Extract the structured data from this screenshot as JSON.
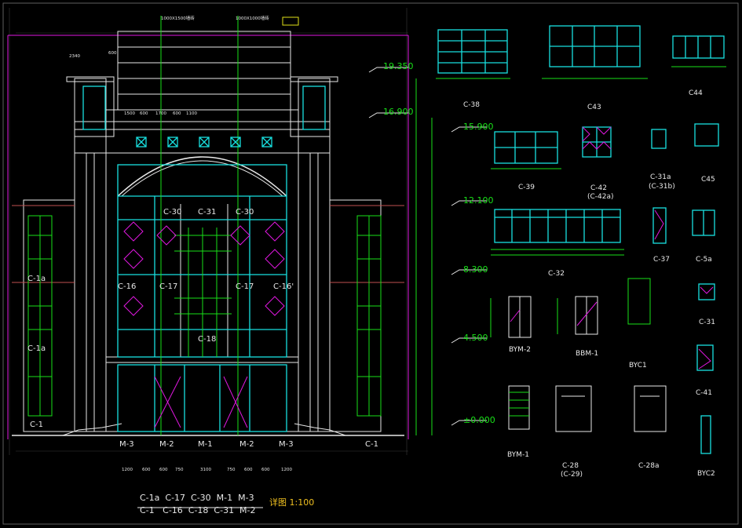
{
  "elevation_labels": [
    "19.350",
    "16.900",
    "15.900",
    "12.100",
    "8.300",
    "4.500",
    "±0.000"
  ],
  "window_tags_elevation": [
    "C-30",
    "C-31",
    "C-30",
    "C-16",
    "C-17",
    "C-17",
    "C-16'",
    "C-18",
    "C-1a",
    "C-1a",
    "C-1"
  ],
  "ground_tags": [
    "M-3",
    "M-2",
    "M-1",
    "M-2",
    "M-3",
    "C-1"
  ],
  "bottom_dims": [
    "1200",
    "600",
    "600",
    "750",
    "3100",
    "750",
    "600",
    "600",
    "1200"
  ],
  "top_dims": [
    "2340",
    "600",
    "1500",
    "600",
    "1700",
    "600",
    "1100"
  ],
  "detail_tags": [
    "C-38",
    "C43",
    "C44",
    "C-39",
    "C-42",
    "(C-42a)",
    "C-31a",
    "(C-31b)",
    "C45",
    "C-32",
    "C-37",
    "C-5a",
    "BYM-2",
    "BBM-1",
    "BYC1",
    "C-31",
    "C-41",
    "BYM-1",
    "C-28",
    "(C-29)",
    "C-28a",
    "BYC2"
  ],
  "legend_row1": "C-1a  C-17  C-30  M-1  M-3",
  "legend_row2": "C-1   C-16  C-18  C-31  M-2",
  "legend_title": "详图 1:100",
  "level_notes": [
    "1000X1500墙砖",
    "1000X1000墙砖"
  ]
}
